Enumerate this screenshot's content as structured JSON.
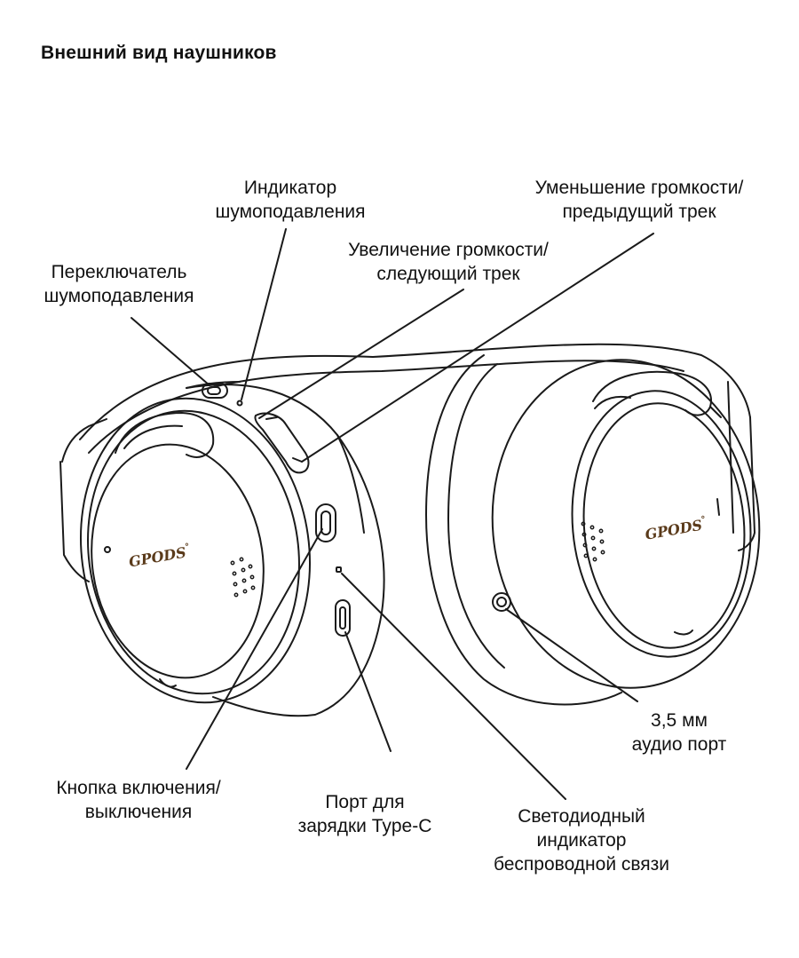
{
  "title": "Внешний вид наушников",
  "logo": {
    "text": "GPODS",
    "mark": "°",
    "color": "#5a3a1a"
  },
  "colors": {
    "stroke": "#1a1a1a",
    "background": "#ffffff"
  },
  "callouts": {
    "anc_indicator": [
      "Индикатор",
      "шумоподавления"
    ],
    "volume_down": [
      "Уменьшение громкости/",
      "предыдущий трек"
    ],
    "volume_up": [
      "Увеличение громкости/",
      "следующий трек"
    ],
    "anc_switch": [
      "Переключатель",
      "шумоподавления"
    ],
    "audio_port": [
      "3,5 мм",
      "аудио порт"
    ],
    "power_button": [
      "Кнопка включения/",
      "выключения"
    ],
    "usb_port": [
      "Порт для",
      "зарядки Type-C"
    ],
    "led_indicator": [
      "Светодиодный",
      "индикатор",
      "беспроводной связи"
    ]
  }
}
